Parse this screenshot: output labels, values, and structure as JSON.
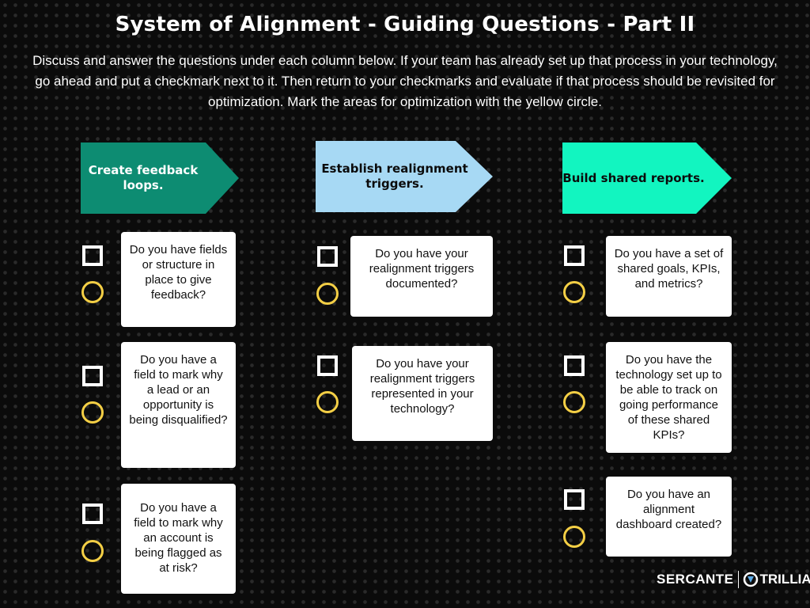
{
  "title": "System of Alignment - Guiding Questions - Part II",
  "instructions": "Discuss and answer the questions under each column below. If your team has already set up that process in your technology, go ahead and put a checkmark next to it. Then return to your checkmarks and evaluate if that process should be revisited for optimization. Mark the areas for optimization with the yellow circle.",
  "columns": [
    {
      "heading": "Create feedback loops.",
      "color": "#0d8c72",
      "questions": [
        "Do you have fields or structure in place to give feedback?",
        "Do you have a field to mark why a lead or an opportunity is being disqualified?",
        "Do you have a field to mark why an account is being flagged as at risk?"
      ]
    },
    {
      "heading": "Establish realignment triggers.",
      "color": "#a7d9f4",
      "questions": [
        "Do you have your realignment triggers documented?",
        "Do you have your realignment triggers represented in your technology?"
      ]
    },
    {
      "heading": "Build shared reports.",
      "color": "#12f5c0",
      "questions": [
        "Do you have a set of shared goals, KPIs, and metrics?",
        "Do you have the technology set up to be able to track on going performance of these shared KPIs?",
        "Do you have an alignment dashboard created?"
      ]
    }
  ],
  "logo": {
    "left": "SERCANTE",
    "right": "TRILLIAD"
  },
  "colors": {
    "background": "#0b0b0b",
    "checkbox": "#ffffff",
    "optimization_circle": "#f4cf45"
  },
  "icons": {
    "checkbox": "checkbox-square-icon",
    "optimization": "optimization-circle-icon",
    "logo_mark": "trilliad-mark-icon"
  }
}
